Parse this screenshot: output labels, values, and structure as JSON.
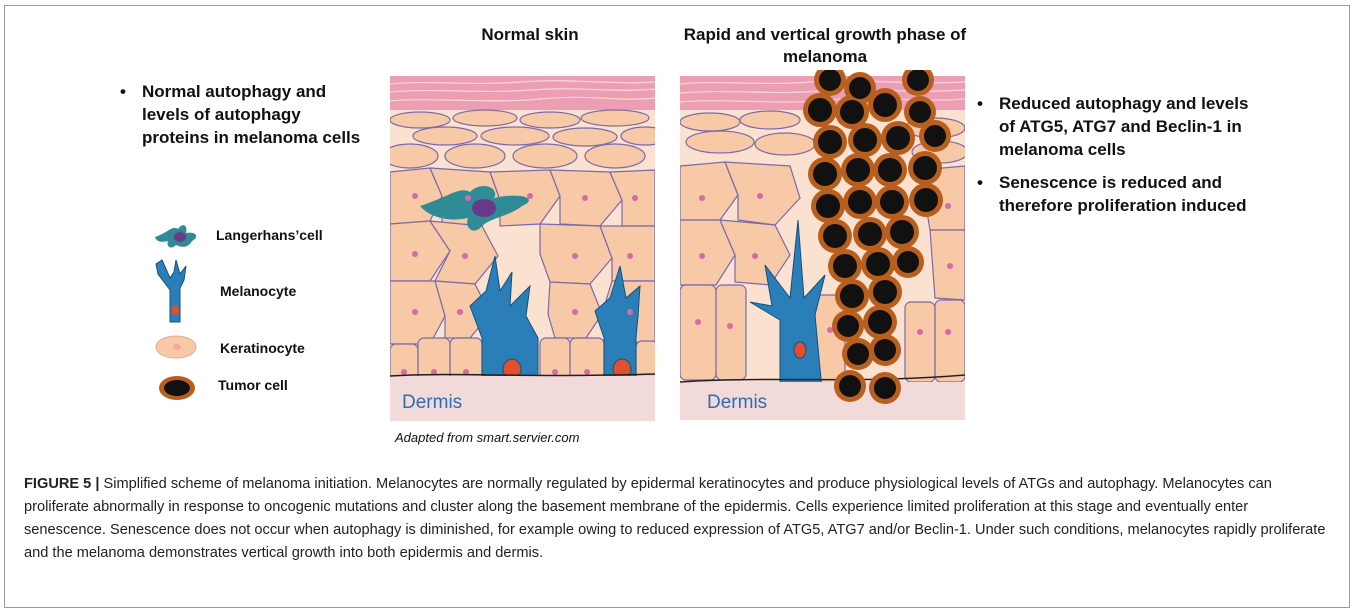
{
  "panels": {
    "normal_title": "Normal skin",
    "melanoma_title": "Rapid and vertical growth phase of melanoma",
    "dermis_label_left": "Dermis",
    "dermis_label_right": "Dermis"
  },
  "left_bullets": [
    "Normal autophagy and levels of autophagy proteins in melanoma cells"
  ],
  "right_bullets": [
    "Reduced autophagy and levels of  ATG5, ATG7 and Beclin-1 in melanoma cells",
    "Senescence is reduced and therefore proliferation induced"
  ],
  "legend": {
    "langerhans": "Langerhans’cell",
    "melanocyte": "Melanocyte",
    "keratinocyte": "Keratinocyte",
    "tumor": "Tumor cell"
  },
  "credit": "Adapted from smart.servier.com",
  "caption": {
    "label": "FIGURE 5 |",
    "text": " Simplified scheme of melanoma initiation. Melanocytes are normally regulated by epidermal keratinocytes and produce physiological levels of ATGs and autophagy. Melanocytes can proliferate abnormally in response to oncogenic mutations and cluster along the basement membrane of the epidermis. Cells experience limited proliferation at this stage and eventually enter senescence. Senescence does not occur when autophagy is diminished, for example owing to reduced expression of ATG5, ATG7 and/or Beclin-1. Under such conditions, melanocytes rapidly proliferate and the melanoma demonstrates vertical growth into both epidermis and dermis."
  },
  "colors": {
    "keratinocyte": "#f8c9a6",
    "keratinocyte_stroke": "#7a6aa8",
    "nucleus": "#d66aa8",
    "melanocyte": "#2b7fb8",
    "tumor_outer": "#b85f1e",
    "tumor_core": "#111111",
    "dermis": "#f3dada",
    "top_layer": "#ec9eb2",
    "dermis_text": "#2a6fb5"
  }
}
